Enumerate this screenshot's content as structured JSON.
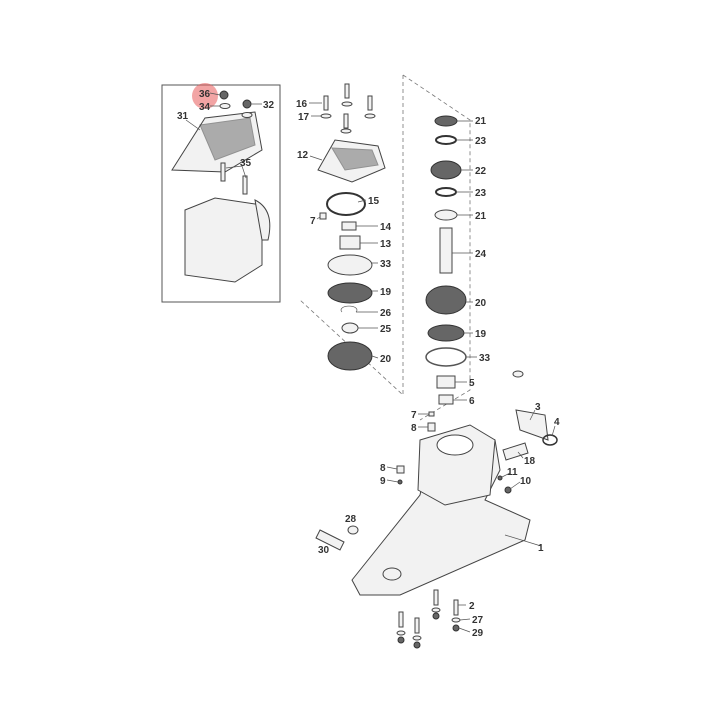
{
  "diagram": {
    "type": "exploded parts diagram",
    "highlight_color": "#e85a5a",
    "highlighted_callout": "36",
    "callouts": [
      "36",
      "34",
      "32",
      "31",
      "35",
      "16",
      "17",
      "12",
      "15",
      "7",
      "14",
      "13",
      "33",
      "19",
      "26",
      "25",
      "20",
      "21",
      "23",
      "22",
      "23",
      "21",
      "24",
      "20",
      "19",
      "33",
      "5",
      "6",
      "7",
      "8",
      "3",
      "4",
      "18",
      "11",
      "10",
      "8",
      "9",
      "28",
      "30",
      "1",
      "2",
      "27",
      "29"
    ]
  }
}
